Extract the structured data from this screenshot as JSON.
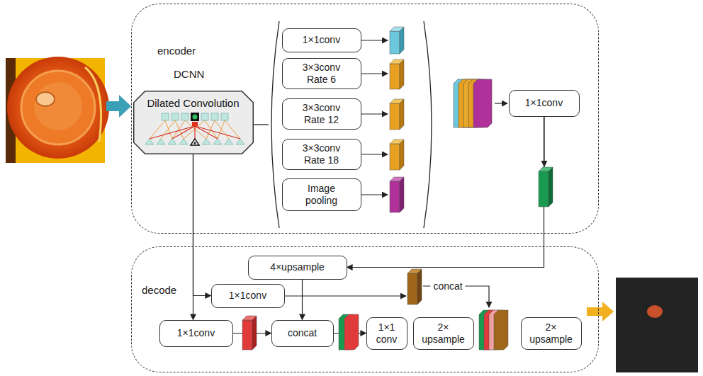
{
  "diagram": {
    "nodes": [
      {
        "text": [
          "encoder"
        ]
      },
      {
        "text": [
          "Dilated Convolution"
        ],
        "in": 0
      },
      {
        "text": [
          "1×1conv"
        ],
        "in": 0
      },
      {
        "text": [
          "3×3conv Rate 6"
        ],
        "in": 0
      },
      {
        "text": [
          "3×3conv Rate 12"
        ],
        "in": 0
      },
      {
        "text": [
          "3×3conv Rate 18"
        ],
        "in": 0
      },
      {
        "text": [
          "Image pooling"
        ],
        "in": 0
      },
      {
        "text": [
          "1×1conv"
        ],
        "in": 0
      },
      {
        "text": [
          "decode"
        ]
      },
      {
        "text": [
          "4×upsample"
        ],
        "in": 8
      },
      {
        "text": [
          "1×1conv"
        ],
        "in": 8
      },
      {
        "text": [
          "1×1conv"
        ],
        "in": 8
      },
      {
        "text": [
          "concat"
        ],
        "in": 8
      },
      {
        "text": [
          "1×1 conv"
        ],
        "in": 8
      },
      {
        "text": [
          "2× upsample"
        ],
        "in": 8
      },
      {
        "text": [
          "2× upsample"
        ],
        "in": 8
      }
    ],
    "edges": [
      {
        "from": 1,
        "to": 10,
        "arrow": "to"
      },
      {
        "from": 1,
        "to": 11,
        "arrow": "to"
      },
      {
        "from": 7,
        "to": 9,
        "arrow": "to"
      },
      {
        "from": 9,
        "to": 12,
        "arrow": "to"
      },
      {
        "from": 11,
        "to": 12,
        "arrow": "to"
      },
      {
        "from": 12,
        "to": 13,
        "arrow": "to"
      }
    ],
    "labels": [
      "DCNN",
      "concat"
    ]
  }
}
